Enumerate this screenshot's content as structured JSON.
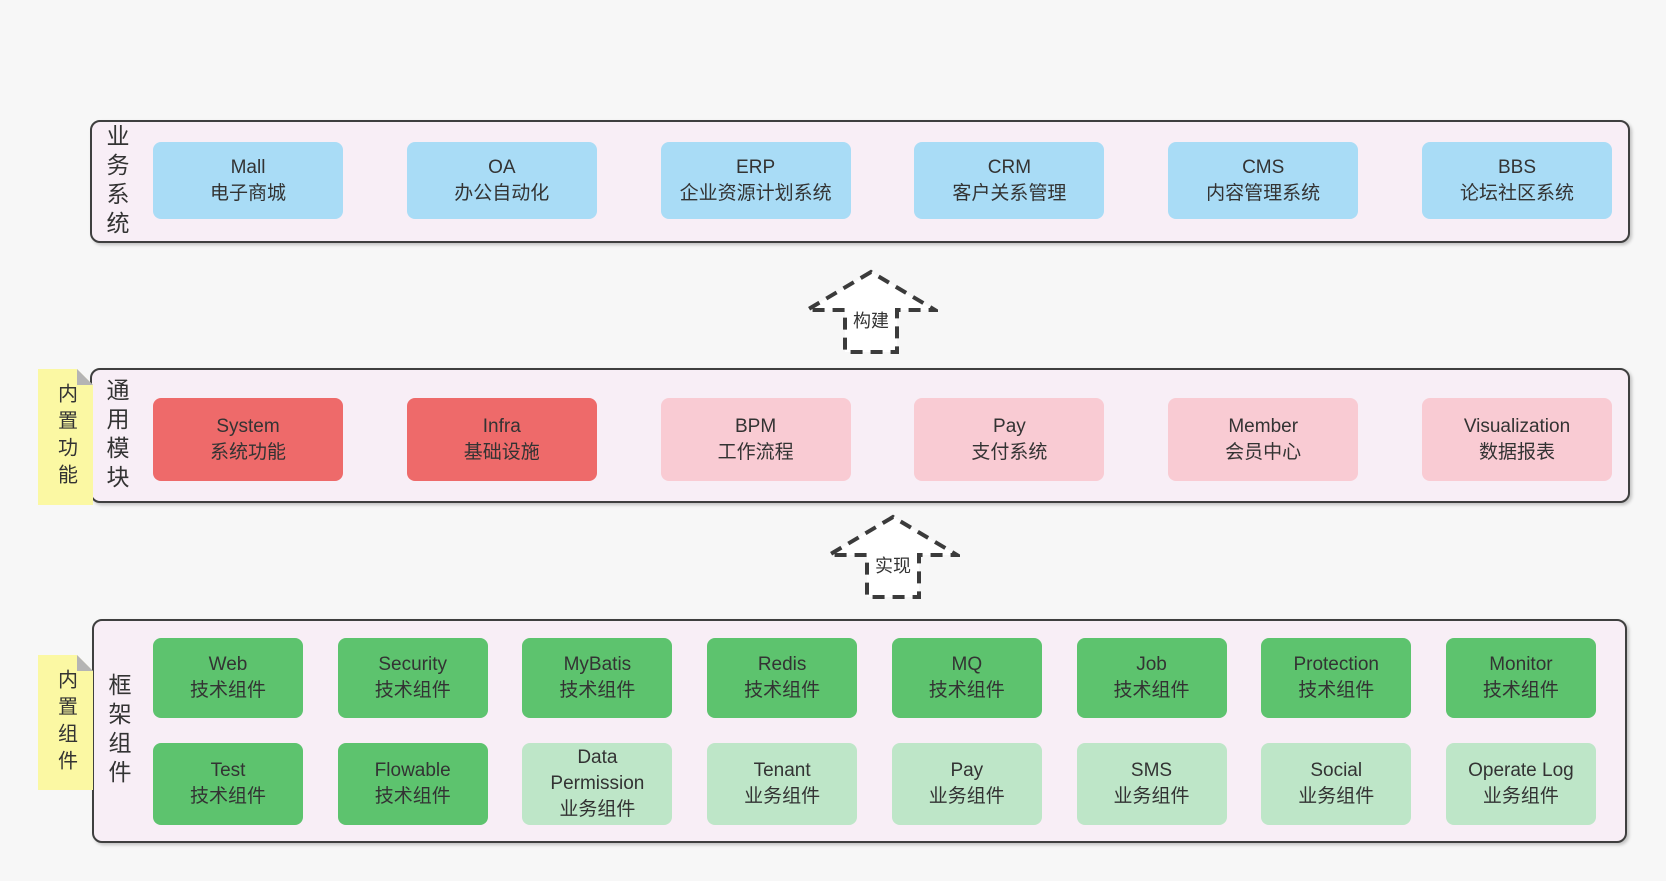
{
  "colors": {
    "page_bg": "#f7f7f7",
    "panel_bg": "#f8eef6",
    "panel_border": "#3f3f3f",
    "blue_box": "#a9dcf6",
    "red_box": "#ee6a6a",
    "pink_box": "#f9cbd3",
    "green_box": "#5dc36e",
    "light_green_box": "#bee6c8",
    "note_yellow": "#fbf8a3",
    "arrow_dash": "#3b3b3b",
    "text": "#333333"
  },
  "business": {
    "label": "业务系统",
    "items": [
      {
        "name": "Mall",
        "desc": "电子商城"
      },
      {
        "name": "OA",
        "desc": "办公自动化"
      },
      {
        "name": "ERP",
        "desc": "企业资源计划系统"
      },
      {
        "name": "CRM",
        "desc": "客户关系管理"
      },
      {
        "name": "CMS",
        "desc": "内容管理系统"
      },
      {
        "name": "BBS",
        "desc": "论坛社区系统"
      }
    ]
  },
  "arrow_build": {
    "label": "构建"
  },
  "modules": {
    "label": "通用模块",
    "note": "内置功能",
    "items": [
      {
        "name": "System",
        "desc": "系统功能"
      },
      {
        "name": "Infra",
        "desc": "基础设施"
      },
      {
        "name": "BPM",
        "desc": "工作流程"
      },
      {
        "name": "Pay",
        "desc": "支付系统"
      },
      {
        "name": "Member",
        "desc": "会员中心"
      },
      {
        "name": "Visualization",
        "desc": "数据报表"
      }
    ]
  },
  "arrow_implement": {
    "label": "实现"
  },
  "framework": {
    "label": "框架组件",
    "note": "内置组件",
    "row1": [
      {
        "name": "Web",
        "desc": "技术组件"
      },
      {
        "name": "Security",
        "desc": "技术组件"
      },
      {
        "name": "MyBatis",
        "desc": "技术组件"
      },
      {
        "name": "Redis",
        "desc": "技术组件"
      },
      {
        "name": "MQ",
        "desc": "技术组件"
      },
      {
        "name": "Job",
        "desc": "技术组件"
      },
      {
        "name": "Protection",
        "desc": "技术组件"
      },
      {
        "name": "Monitor",
        "desc": "技术组件"
      }
    ],
    "row2": [
      {
        "name": "Test",
        "desc": "技术组件"
      },
      {
        "name": "Flowable",
        "desc": "技术组件"
      },
      {
        "name": "Data Permission",
        "desc": "业务组件"
      },
      {
        "name": "Tenant",
        "desc": "业务组件"
      },
      {
        "name": "Pay",
        "desc": "业务组件"
      },
      {
        "name": "SMS",
        "desc": "业务组件"
      },
      {
        "name": "Social",
        "desc": "业务组件"
      },
      {
        "name": "Operate Log",
        "desc": "业务组件"
      }
    ]
  }
}
